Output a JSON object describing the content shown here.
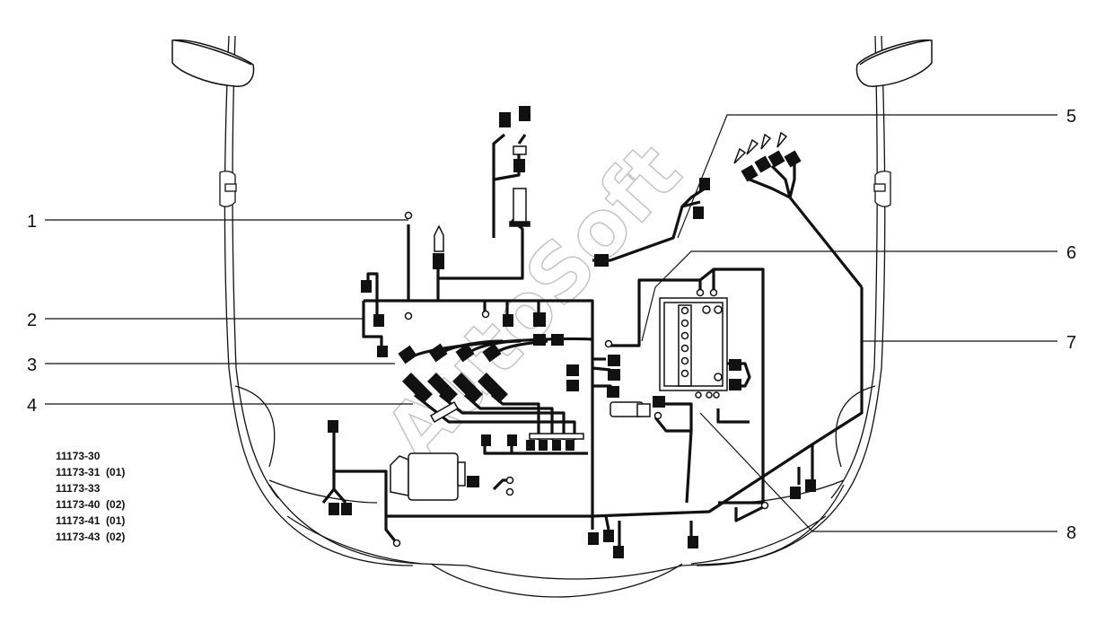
{
  "diagram": {
    "callouts": [
      {
        "label": "1"
      },
      {
        "label": "2"
      },
      {
        "label": "3"
      },
      {
        "label": "4"
      },
      {
        "label": "5"
      },
      {
        "label": "6"
      },
      {
        "label": "7"
      },
      {
        "label": "8"
      }
    ],
    "part_numbers": [
      "11173-30",
      "11173-31  (01)",
      "11173-33",
      "11173-40  (02)",
      "11173-41  (01)",
      "11173-43  (02)"
    ],
    "watermark": "AutoSoft",
    "colors": {
      "line": "#111111",
      "watermark": "#c4c4c4",
      "background": "#ffffff"
    }
  }
}
